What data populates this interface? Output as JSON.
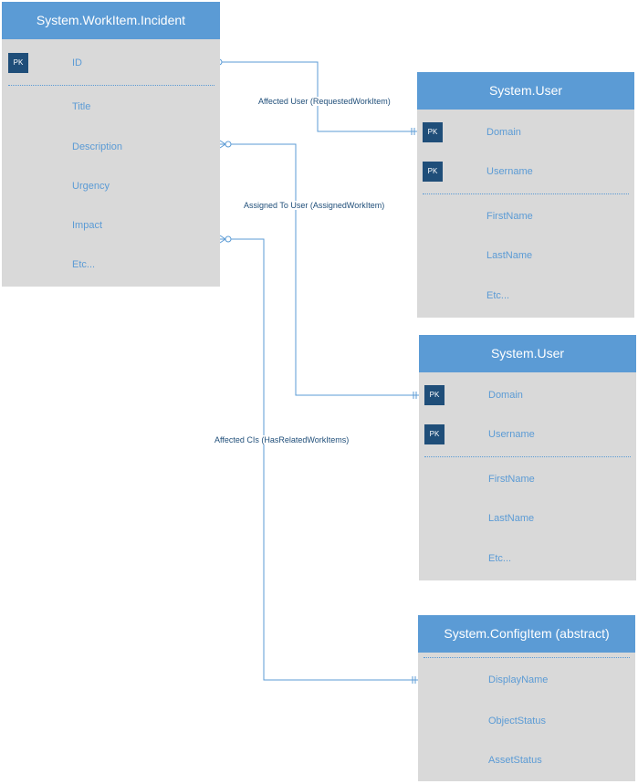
{
  "incident": {
    "title": "System.WorkItem.Incident",
    "pk_badge": "PK",
    "pk_field": "ID",
    "fields": [
      "Title",
      "Description",
      "Urgency",
      "Impact",
      "Etc..."
    ]
  },
  "user_requested": {
    "title": "System.User",
    "pk_badge": "PK",
    "pk_fields": [
      "Domain",
      "Username"
    ],
    "fields": [
      "FirstName",
      "LastName",
      "Etc..."
    ]
  },
  "user_assigned": {
    "title": "System.User",
    "pk_badge": "PK",
    "pk_fields": [
      "Domain",
      "Username"
    ],
    "fields": [
      "FirstName",
      "LastName",
      "Etc..."
    ]
  },
  "config_item": {
    "title": "System.ConfigItem (abstract)",
    "fields": [
      "DisplayName",
      "ObjectStatus",
      "AssetStatus"
    ]
  },
  "relationships": {
    "affected_user": "Affected User (RequestedWorkItem)",
    "assigned_to_user": "Assigned To User (AssignedWorkItem)",
    "affected_cis": "Affected CIs (HasRelatedWorkItems)"
  },
  "colors": {
    "header": "#5b9bd5",
    "body": "#d9d9d9",
    "pk_badge": "#1f4e79",
    "field_text": "#5b9bd5",
    "connector": "#5b9bd5"
  }
}
